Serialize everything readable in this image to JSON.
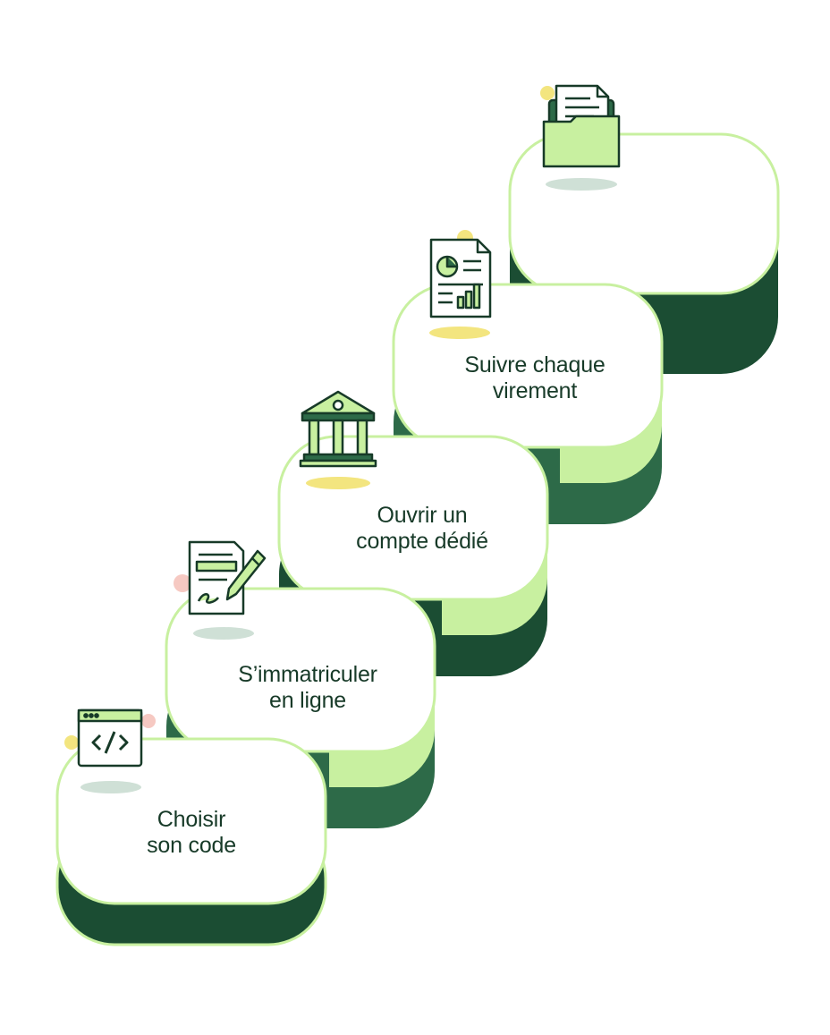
{
  "steps": [
    {
      "line1": "Choisir",
      "line2": "son code",
      "icon": "code-window-icon"
    },
    {
      "line1": "S’immatriculer",
      "line2": "en ligne",
      "icon": "signed-document-icon"
    },
    {
      "line1": "Ouvrir un",
      "line2": "compte dédié",
      "icon": "bank-building-icon"
    },
    {
      "line1": "Suivre chaque",
      "line2": "virement",
      "icon": "report-chart-icon"
    },
    {
      "line1": "",
      "line2": "",
      "icon": "document-folder-icon"
    }
  ],
  "colors": {
    "dark_green": "#1b4d33",
    "mid_green": "#2d6a48",
    "light_green": "#c8f0a0",
    "outline": "#173a28",
    "yellow_accent": "#f3e57f",
    "pink_accent": "#f6c9c2"
  }
}
